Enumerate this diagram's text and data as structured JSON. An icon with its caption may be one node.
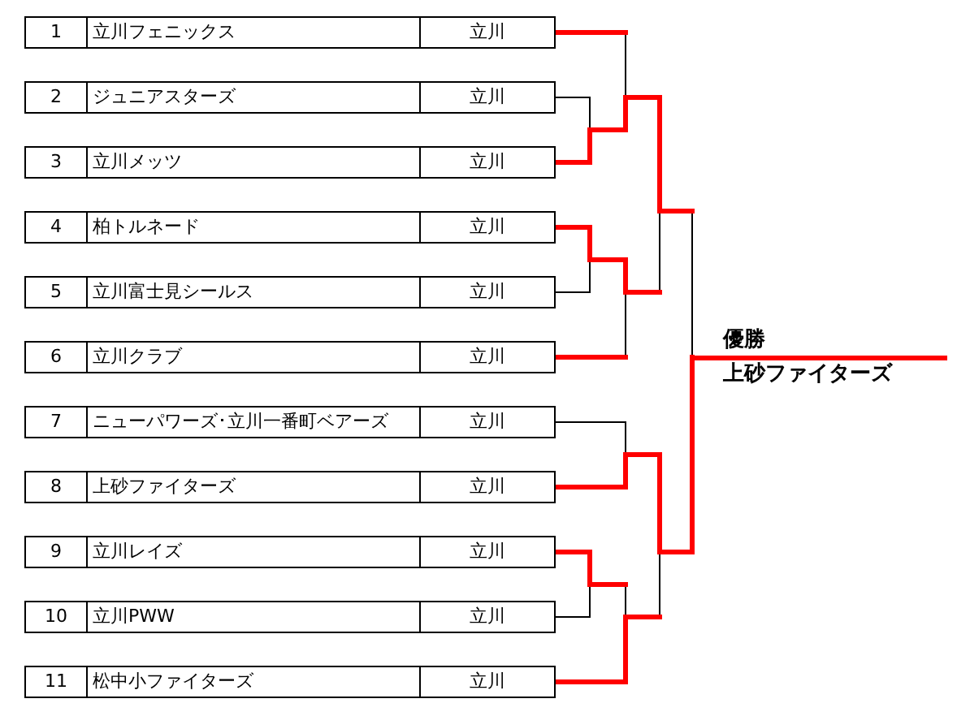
{
  "diagram": {
    "nodes": [
      {
        "text": [
          "1",
          "立川フェニックス",
          "立川"
        ]
      },
      {
        "text": [
          "2",
          "ジュニアスターズ",
          "立川"
        ]
      },
      {
        "text": [
          "3",
          "立川メッツ",
          "立川"
        ]
      },
      {
        "text": [
          "4",
          "柏トルネード",
          "立川"
        ]
      },
      {
        "text": [
          "5",
          "立川富士見シールス",
          "立川"
        ]
      },
      {
        "text": [
          "6",
          "立川クラブ",
          "立川"
        ]
      },
      {
        "text": [
          "7",
          "ニューパワーズ･立川一番町ベアーズ",
          "立川"
        ]
      },
      {
        "text": [
          "8",
          "上砂ファイターズ",
          "立川"
        ]
      },
      {
        "text": [
          "9",
          "立川レイズ",
          "立川"
        ]
      },
      {
        "text": [
          "10",
          "立川PWW",
          "立川"
        ]
      },
      {
        "text": [
          "11",
          "松中小ファイターズ",
          "立川"
        ]
      },
      {
        "text": [
          "優勝",
          "上砂ファイターズ"
        ]
      }
    ]
  }
}
